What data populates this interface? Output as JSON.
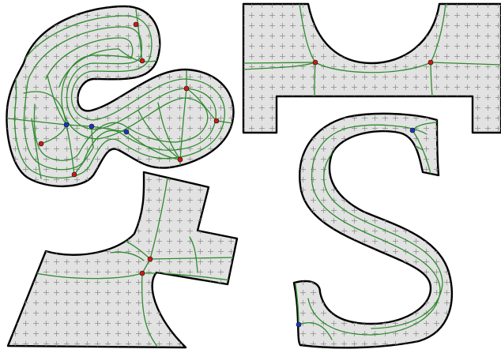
{
  "colors": {
    "fill": "#e2e2e2",
    "outline": "#000000",
    "field_line": "#2e8b2e",
    "plus_marker": "#8a8a8a",
    "singularity_red": "#d01818",
    "singularity_blue": "#1b34c8"
  },
  "icons": {
    "sample_marker": "plus-icon",
    "singularity": "dot-icon"
  },
  "panels": [
    {
      "id": "blob",
      "red_singularities": 7,
      "blue_singularities": 3
    },
    {
      "id": "arch",
      "red_singularities": 2,
      "blue_singularities": 0
    },
    {
      "id": "cross",
      "red_singularities": 2,
      "blue_singularities": 0
    },
    {
      "id": "s-shape",
      "red_singularities": 0,
      "blue_singularities": 2
    }
  ]
}
